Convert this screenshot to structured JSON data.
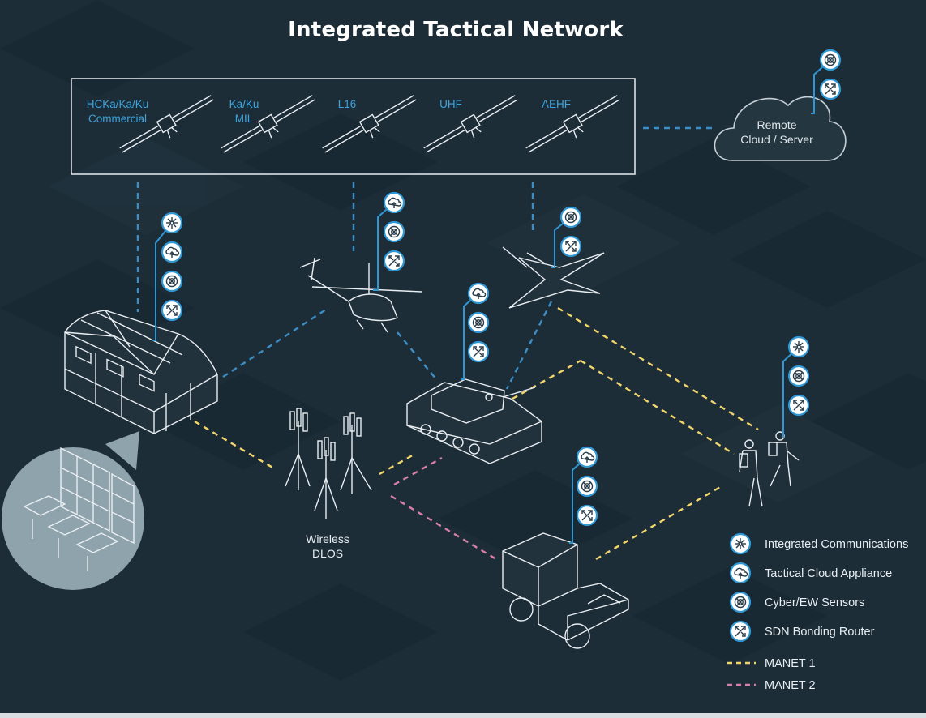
{
  "title": "Integrated Tactical Network",
  "satellites": [
    {
      "label_line1": "HCKa/Ka/Ku",
      "label_line2": "Commercial"
    },
    {
      "label_line1": "Ka/Ku",
      "label_line2": "MIL"
    },
    {
      "label_line1": "L16",
      "label_line2": ""
    },
    {
      "label_line1": "UHF",
      "label_line2": ""
    },
    {
      "label_line1": "AEHF",
      "label_line2": ""
    }
  ],
  "cloud": {
    "line1": "Remote",
    "line2": "Cloud / Server"
  },
  "wireless": {
    "line1": "Wireless",
    "line2": "DLOS"
  },
  "legend": {
    "integrated_comms": "Integrated Communications",
    "tactical_cloud": "Tactical Cloud Appliance",
    "cyber_ew": "Cyber/EW Sensors",
    "sdn_router": "SDN Bonding Router",
    "manet1": "MANET 1",
    "manet2": "MANET 2"
  },
  "colors": {
    "background": "#1c2d38",
    "accent_blue": "#2f97d4",
    "manet1": "#f2d56b",
    "manet2": "#d77fa6",
    "satlink": "#3d8ec4"
  }
}
